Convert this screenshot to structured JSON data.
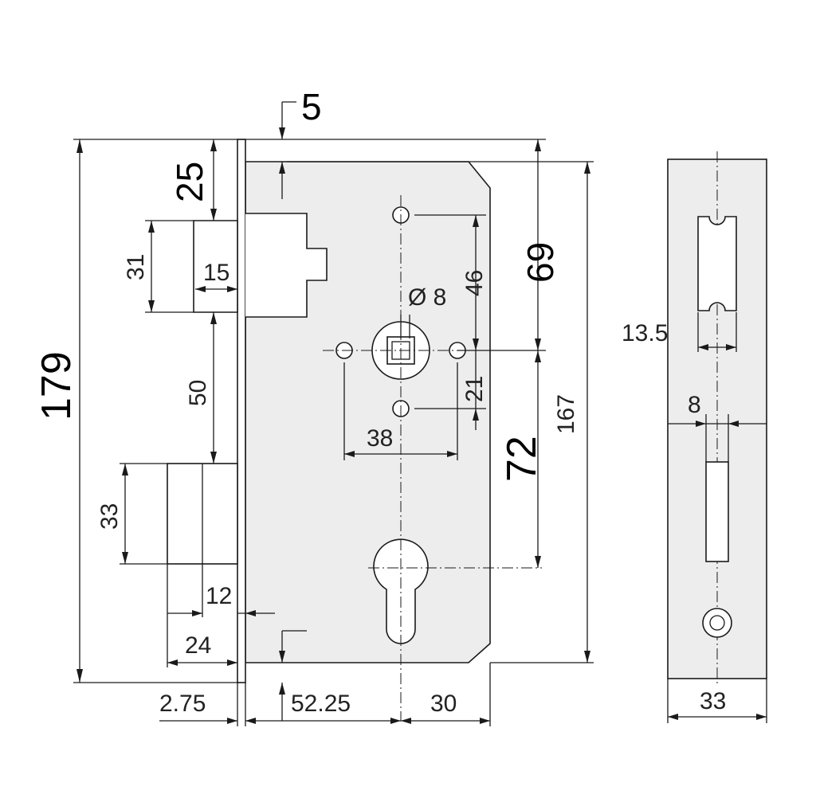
{
  "labels": {
    "d5": "5",
    "d25": "25",
    "d31": "31",
    "d15": "15",
    "d179": "179",
    "d50": "50",
    "d33_left": "33",
    "d12": "12",
    "d24": "24",
    "d2_75": "2.75",
    "d52_25": "52.25",
    "d30": "30",
    "d69": "69",
    "d46": "46",
    "d8_dia": "Ø 8",
    "d21": "21",
    "d38": "38",
    "d72": "72",
    "d167": "167",
    "d13_5": "13.5",
    "d8_side": "8",
    "d33_side": "33"
  }
}
